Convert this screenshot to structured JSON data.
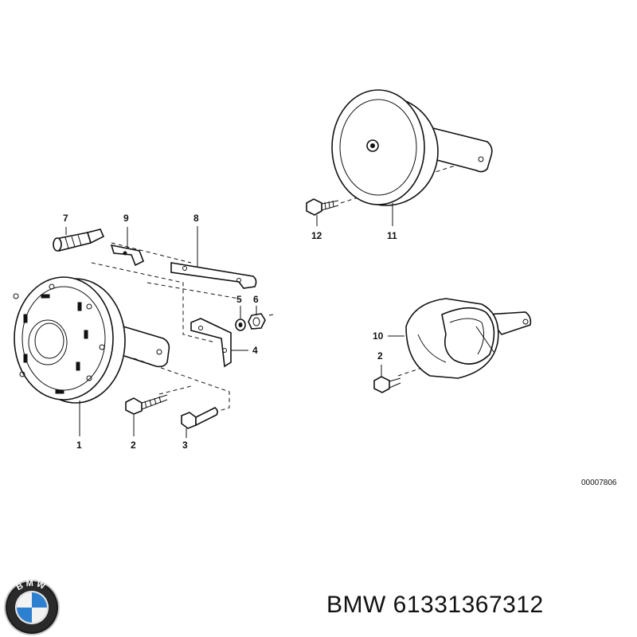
{
  "callouts": {
    "c1": "1",
    "c2a": "2",
    "c3": "3",
    "c4": "4",
    "c5": "5",
    "c6": "6",
    "c7": "7",
    "c8": "8",
    "c9": "9",
    "c10": "10",
    "c2b": "2",
    "c11": "11",
    "c12": "12"
  },
  "reference_code": "00007806",
  "brand": "BMW",
  "part_number": "61331367312",
  "logo": {
    "icon": "bmw-roundel-icon",
    "letters": "BMW",
    "colors": {
      "blue": "#2d7fd0",
      "ring": "#1b1b1b",
      "white": "#ffffff"
    }
  }
}
